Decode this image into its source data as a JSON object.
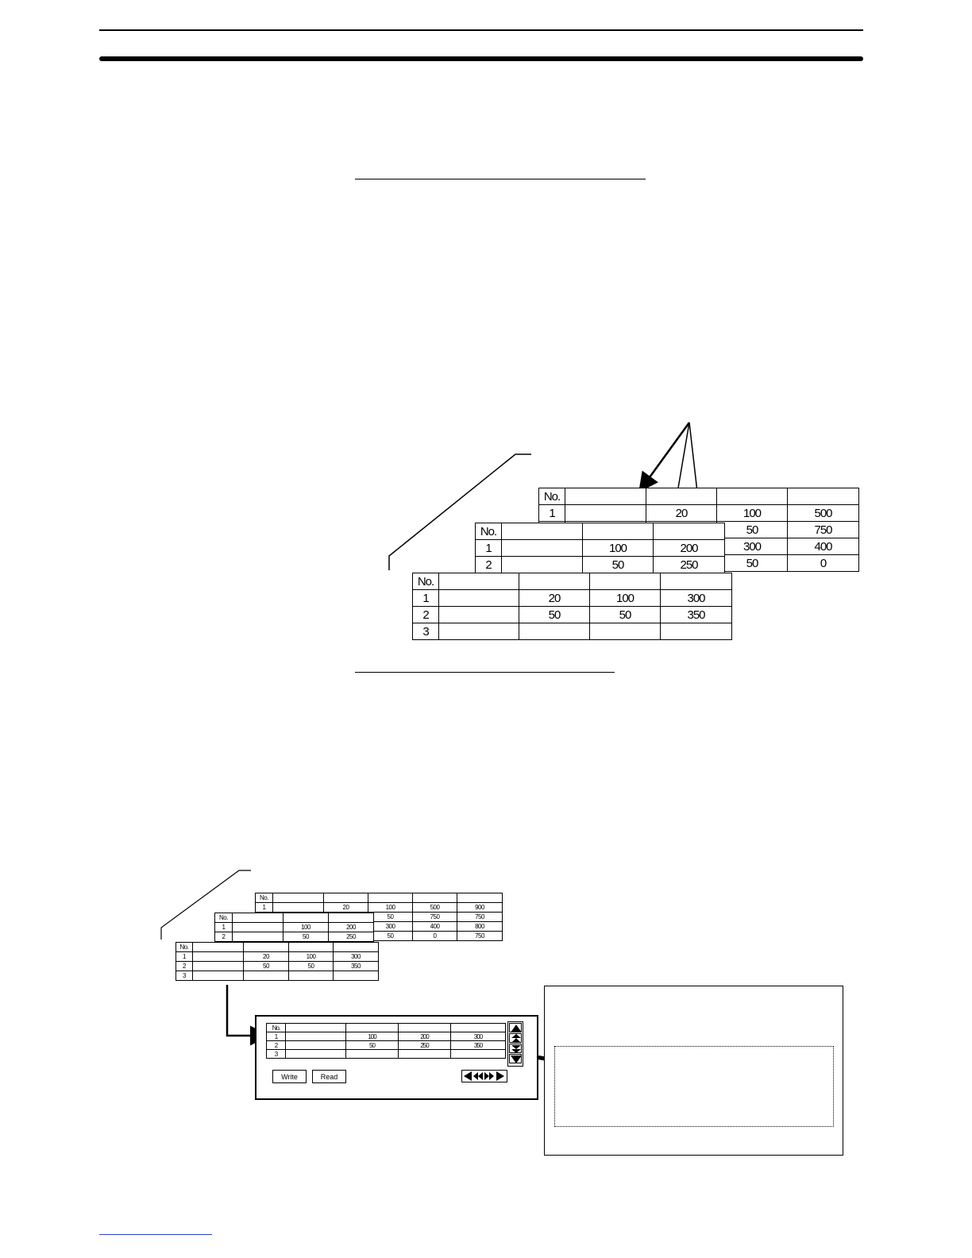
{
  "figure1": {
    "back_table": {
      "header": [
        "No.",
        "",
        "",
        "",
        ""
      ],
      "rows": [
        [
          "1",
          "",
          "20",
          "100",
          "500"
        ],
        [
          "",
          "",
          "",
          "50",
          "750"
        ],
        [
          "",
          "",
          "",
          "300",
          "400"
        ],
        [
          "",
          "",
          "",
          "50",
          "0"
        ]
      ]
    },
    "middle_table": {
      "header": [
        "No.",
        "",
        "",
        ""
      ],
      "rows": [
        [
          "1",
          "",
          "100",
          "200"
        ],
        [
          "2",
          "",
          "50",
          "250"
        ]
      ]
    },
    "front_table": {
      "header": [
        "No.",
        "",
        "",
        "",
        ""
      ],
      "rows": [
        [
          "1",
          "",
          "20",
          "100",
          "300"
        ],
        [
          "2",
          "",
          "50",
          "50",
          "350"
        ],
        [
          "3",
          "",
          "",
          "",
          ""
        ]
      ]
    }
  },
  "figure2": {
    "back_table": {
      "header": [
        "No.",
        "",
        "",
        "",
        "",
        ""
      ],
      "rows": [
        [
          "1",
          "",
          "20",
          "100",
          "500",
          "900"
        ],
        [
          "",
          "",
          "",
          "50",
          "750",
          "750"
        ],
        [
          "",
          "",
          "",
          "300",
          "400",
          "800"
        ],
        [
          "",
          "",
          "",
          "50",
          "0",
          "750"
        ]
      ]
    },
    "middle_table": {
      "header": [
        "No.",
        "",
        "",
        ""
      ],
      "rows": [
        [
          "1",
          "",
          "100",
          "200"
        ],
        [
          "2",
          "",
          "50",
          "250"
        ]
      ]
    },
    "front_table": {
      "header": [
        "No.",
        "",
        "",
        "",
        ""
      ],
      "rows": [
        [
          "1",
          "",
          "20",
          "100",
          "300"
        ],
        [
          "2",
          "",
          "50",
          "50",
          "350"
        ],
        [
          "3",
          "",
          "",
          "",
          ""
        ]
      ]
    },
    "display_table": {
      "header": [
        "No.",
        "",
        "",
        "",
        ""
      ],
      "rows": [
        [
          "1",
          "",
          "100",
          "200",
          "300"
        ],
        [
          "2",
          "",
          "50",
          "250",
          "350"
        ],
        [
          "3",
          "",
          "",
          "",
          ""
        ]
      ]
    },
    "write_button": "Write",
    "read_button": "Read"
  }
}
